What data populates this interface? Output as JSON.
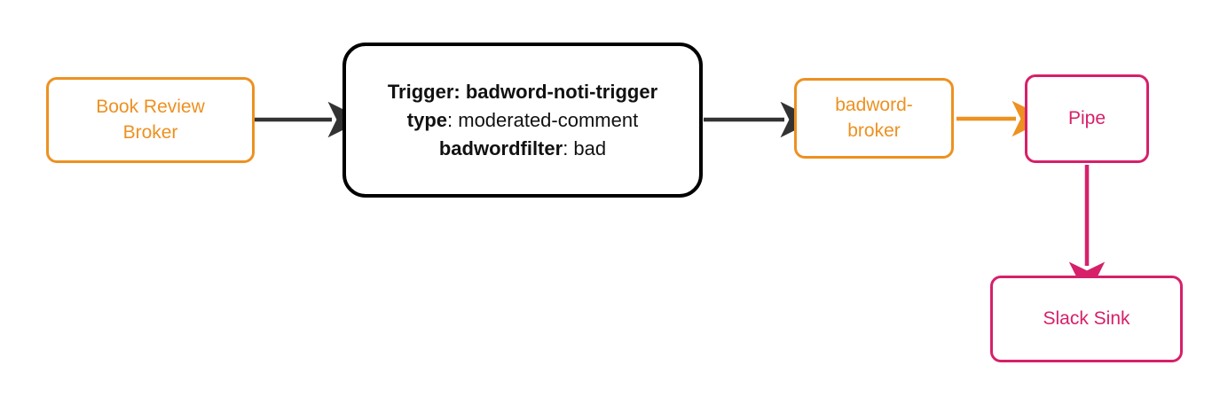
{
  "diagram": {
    "type": "flow-diagram",
    "background": "#ffffff",
    "colors": {
      "broker": "#ED9121",
      "trigger_border": "#000000",
      "trigger_text": "#111111",
      "sink": "#D6206A",
      "arrow_dark": "#333333",
      "arrow_orange": "#ED9121",
      "arrow_crimson": "#D6206A"
    }
  },
  "nodes": {
    "book_review_broker": {
      "label": "Book Review\nBroker",
      "line1": "Book Review",
      "line2": "Broker"
    },
    "trigger": {
      "line1_bold": "Trigger: badword-noti-trigger",
      "line2_key": "type",
      "line2_value": ": moderated-comment",
      "line3_key": "badwordfilter",
      "line3_value": ": bad"
    },
    "badword_broker": {
      "label": "badword-\nbroker",
      "line1": "badword-",
      "line2": "broker"
    },
    "pipe": {
      "label": "Pipe"
    },
    "slack_sink": {
      "label": "Slack Sink"
    }
  },
  "edges": [
    {
      "id": "edge-broker-to-trigger",
      "from": "book_review_broker",
      "to": "trigger",
      "color": "#333333",
      "direction": "right"
    },
    {
      "id": "edge-trigger-to-badword-broker",
      "from": "trigger",
      "to": "badword_broker",
      "color": "#333333",
      "direction": "right"
    },
    {
      "id": "edge-badword-broker-to-pipe",
      "from": "badword_broker",
      "to": "pipe",
      "color": "#ED9121",
      "direction": "right"
    },
    {
      "id": "edge-pipe-to-slack-sink",
      "from": "pipe",
      "to": "slack_sink",
      "color": "#D6206A",
      "direction": "down"
    }
  ]
}
